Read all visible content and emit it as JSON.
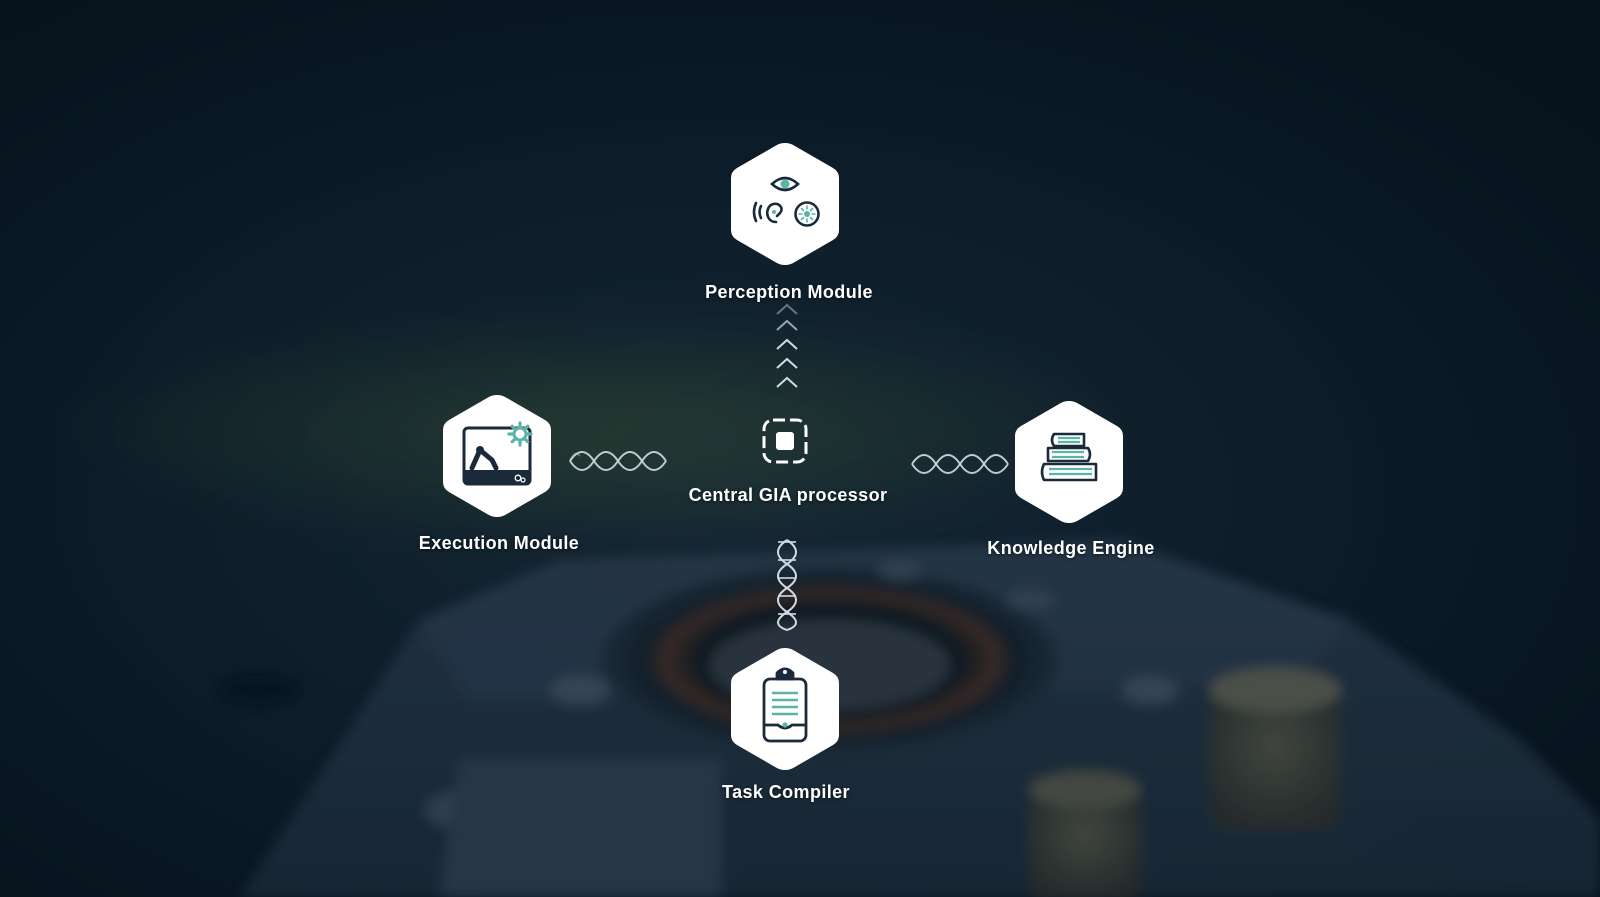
{
  "colors": {
    "background": "#0b1a26",
    "hex_fill": "#ffffff",
    "icon_dark": "#1b2a3b",
    "icon_accent": "#5ab5a6",
    "connector": "#c9d4de"
  },
  "nodes": {
    "perception": {
      "label": "Perception Module",
      "icon": "senses-icon"
    },
    "central": {
      "label": "Central GIA processor",
      "icon": "processor-icon"
    },
    "execution": {
      "label": "Execution Module",
      "icon": "robot-arm-icon"
    },
    "knowledge": {
      "label": "Knowledge Engine",
      "icon": "books-icon"
    },
    "task": {
      "label": "Task Compiler",
      "icon": "clipboard-icon"
    }
  },
  "connectors": {
    "top": "chevrons-up",
    "left": "double-helix-horizontal",
    "right": "double-helix-horizontal",
    "bottom": "double-helix-vertical"
  }
}
